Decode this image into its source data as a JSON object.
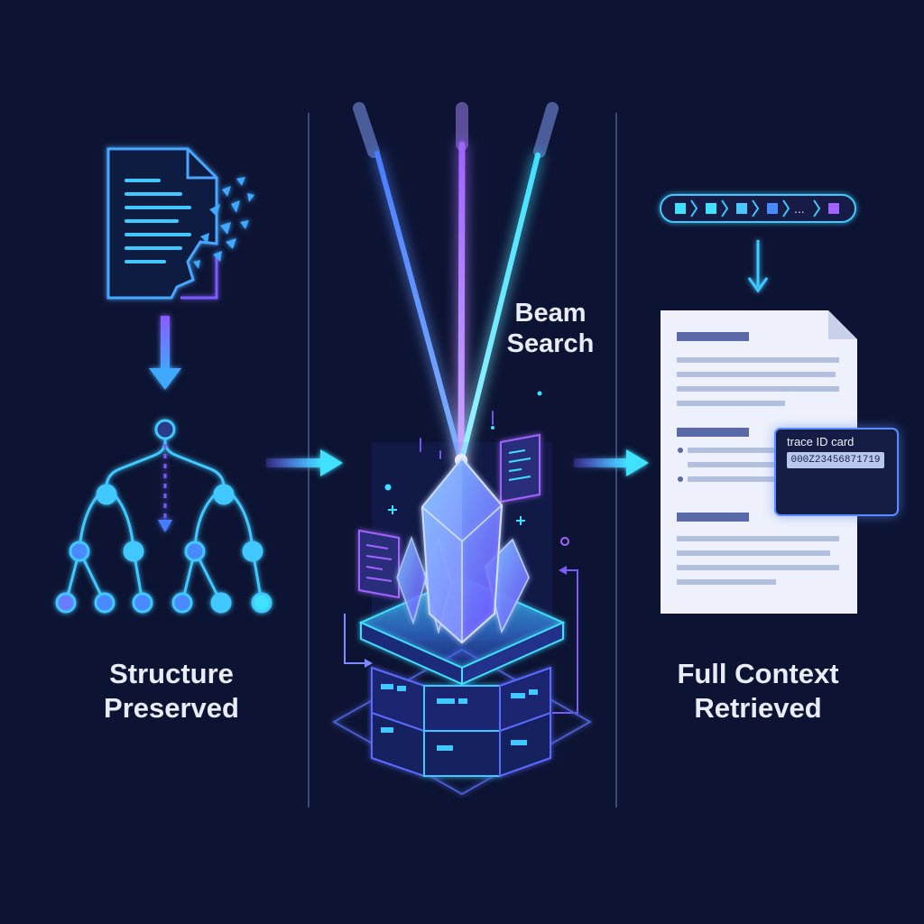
{
  "labels": {
    "left_line1": "Structure",
    "left_line2": "Preserved",
    "middle_line1": "Beam",
    "middle_line2": "Search",
    "right_line1": "Full Context",
    "right_line2": "Retrieved"
  },
  "trace_card": {
    "title": "trace ID card",
    "id_value": "000Z23456871719"
  },
  "pipeline_text": "...",
  "colors": {
    "background": "#0d1433",
    "cyan": "#3fe0ff",
    "blue": "#4a7dff",
    "violet": "#a064ff",
    "document": "#eef1fb"
  }
}
